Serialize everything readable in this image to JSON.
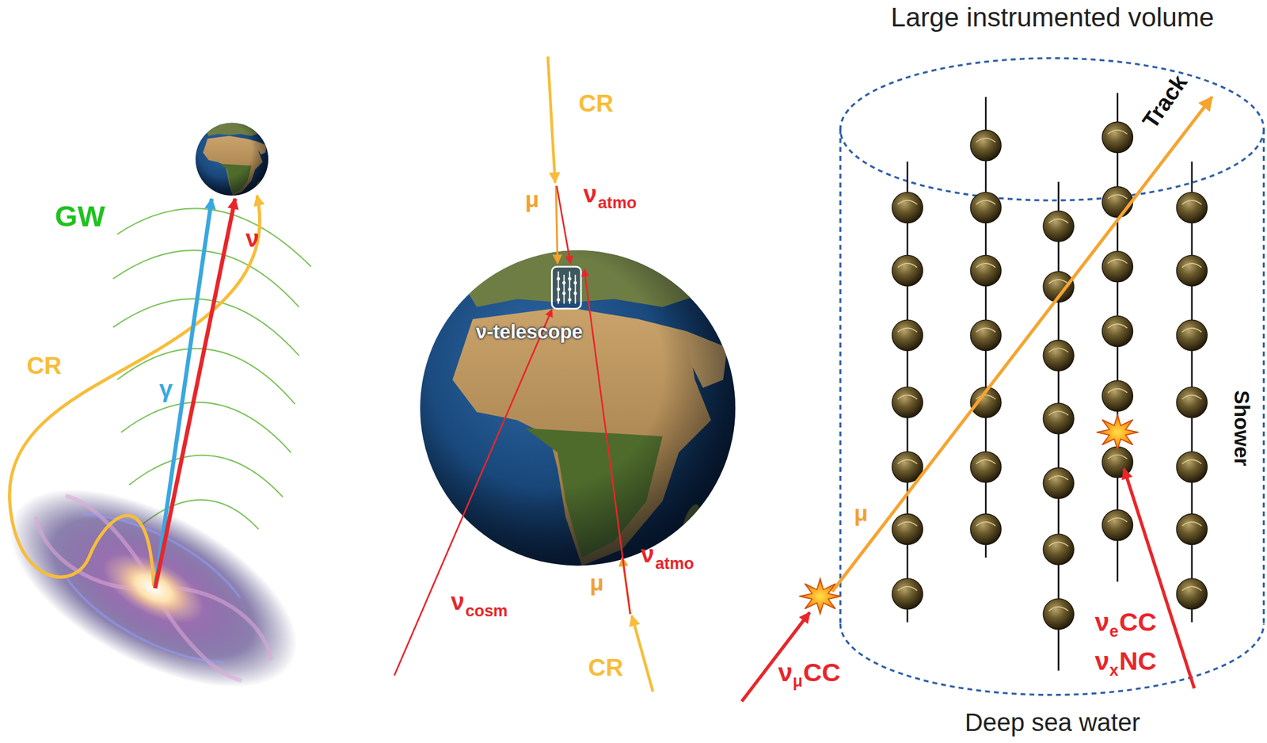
{
  "diagram": {
    "nodes": [
      {
        "text": [
          "Large instrumented volume",
          "Deep sea water"
        ]
      },
      {
        "text": [
          "ν-telescope"
        ]
      }
    ],
    "labels": [
      "GW",
      "γ",
      "ν",
      "CR",
      "CR",
      "μ",
      "ν",
      "atmo",
      "ν",
      "cosm",
      "μ",
      "ν",
      "atmo",
      "CR",
      "Track",
      "Shower",
      "μ",
      "ν",
      "μ",
      "CC",
      "ν",
      "e",
      "CC",
      "ν",
      "x",
      "NC"
    ]
  }
}
